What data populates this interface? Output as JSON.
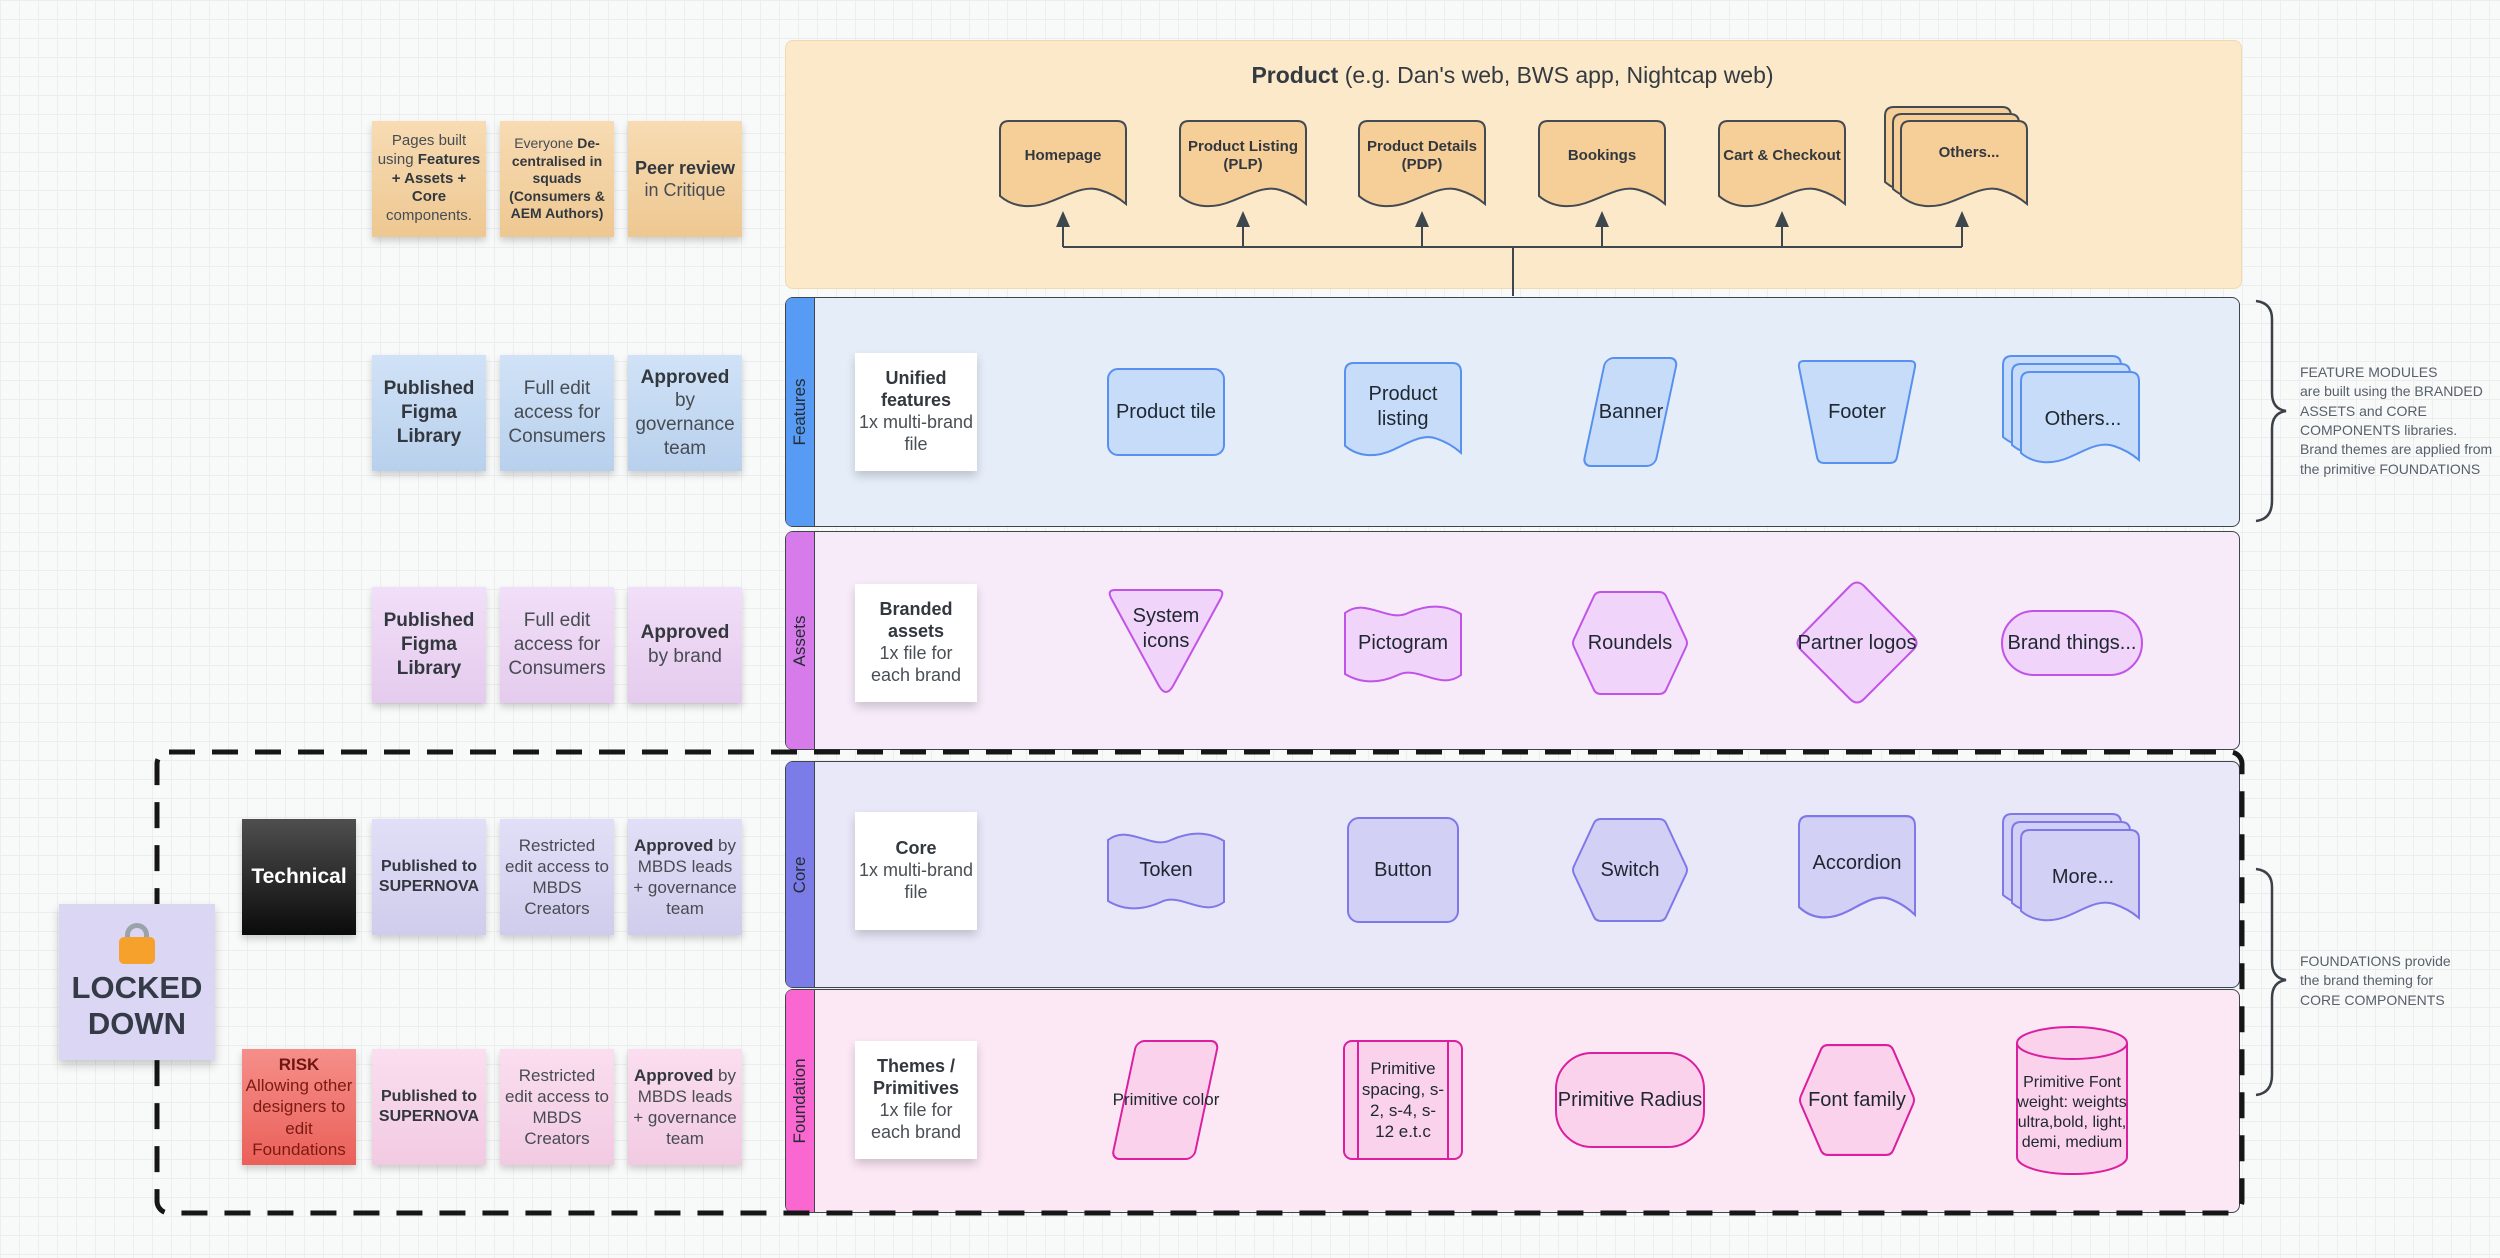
{
  "product": {
    "title_bold": "Product",
    "title_rest": " (e.g. Dan's web, BWS app, Nightcap web)",
    "pages": [
      "Homepage",
      "Product Listing (PLP)",
      "Product Details (PDP)",
      "Bookings",
      "Cart & Checkout",
      "Others..."
    ]
  },
  "top_notes": [
    {
      "pre": "Pages built using ",
      "bold": "Features + Assets + Core",
      "post": " components."
    },
    {
      "pre": "Everyone ",
      "bold": "De-centralised in squads (Consumers & AEM Authors)",
      "post": ""
    },
    {
      "pre": "",
      "bold": "Peer review",
      "post": " in Critique"
    }
  ],
  "bands": [
    {
      "label": "Features",
      "notes": [
        {
          "pre": "",
          "bold": "Published Figma Library",
          "post": ""
        },
        {
          "pre": "Full edit access for Consumers",
          "bold": "",
          "post": ""
        },
        {
          "pre": "",
          "bold": "Approved",
          "post": " by governance team"
        }
      ],
      "card": {
        "bold": "Unified features",
        "text": "1x multi-brand file"
      },
      "shapes": [
        "Product tile",
        "Product listing",
        "Banner",
        "Footer",
        "Others..."
      ]
    },
    {
      "label": "Assets",
      "notes": [
        {
          "pre": "",
          "bold": "Published Figma Library",
          "post": ""
        },
        {
          "pre": "Full edit access for Consumers",
          "bold": "",
          "post": ""
        },
        {
          "pre": "",
          "bold": "Approved",
          "post": " by brand"
        }
      ],
      "card": {
        "bold": "Branded assets",
        "text": "1x file for each brand"
      },
      "shapes": [
        "System icons",
        "Pictogram",
        "Roundels",
        "Partner logos",
        "Brand things..."
      ]
    },
    {
      "label": "Core",
      "extra": {
        "label": "Technical"
      },
      "notes": [
        {
          "pre": "",
          "bold": "Published to SUPERNOVA",
          "post": ""
        },
        {
          "pre": "Restricted edit access to MBDS Creators",
          "bold": "",
          "post": ""
        },
        {
          "pre": "",
          "bold": "Approved",
          "post": " by MBDS leads + governance team"
        }
      ],
      "card": {
        "bold": "Core",
        "text": "1x multi-brand file"
      },
      "shapes": [
        "Token",
        "Button",
        "Switch",
        "Accordion",
        "More..."
      ]
    },
    {
      "label": "Foundation",
      "extra": {
        "bold": "RISK",
        "text": "Allowing other designers to edit Foundations"
      },
      "notes": [
        {
          "pre": "",
          "bold": "Published to SUPERNOVA",
          "post": ""
        },
        {
          "pre": "Restricted edit access to MBDS Creators",
          "bold": "",
          "post": ""
        },
        {
          "pre": "",
          "bold": "Approved",
          "post": " by MBDS leads + governance team"
        }
      ],
      "card": {
        "bold": "Themes / Primitives",
        "text": "1x file for each brand"
      },
      "shapes": [
        "Primitive color",
        "Primitive spacing, s-2, s-4, s-12 e.t.c",
        "Primitive Radius",
        "Font family",
        "Primitive Font weight: weights ultra,bold, light, demi, medium"
      ]
    }
  ],
  "locked_note": {
    "label": "LOCKED DOWN"
  },
  "annotations": [
    {
      "text": "FEATURE MODULES\nare built using the BRANDED\nASSETS and CORE\nCOMPONENTS libraries.\nBrand themes are applied from\nthe primitive FOUNDATIONS"
    },
    {
      "text": "FOUNDATIONS provide\nthe brand theming for\nCORE COMPONENTS"
    }
  ],
  "palette": {
    "product_band": "#FBE9C9",
    "product_doc": "#F6CE98",
    "features_strip": "#579BF5",
    "features_band": "#E5EDF9",
    "features_shape": "#C6DCF9",
    "assets_strip": "#D77BEA",
    "assets_band": "#F7EBFA",
    "assets_shape": "#F0D4FA",
    "core_strip": "#7C7CE9",
    "core_band": "#E9E8F8",
    "core_shape": "#D3D0F6",
    "foundation_strip": "#FA67D0",
    "foundation_band": "#FCE8F5",
    "foundation_shape": "#FAD2EC",
    "risk_note": "#F2635C",
    "locked_note": "#DBD6F4",
    "lock_body": "#F6A12C"
  }
}
